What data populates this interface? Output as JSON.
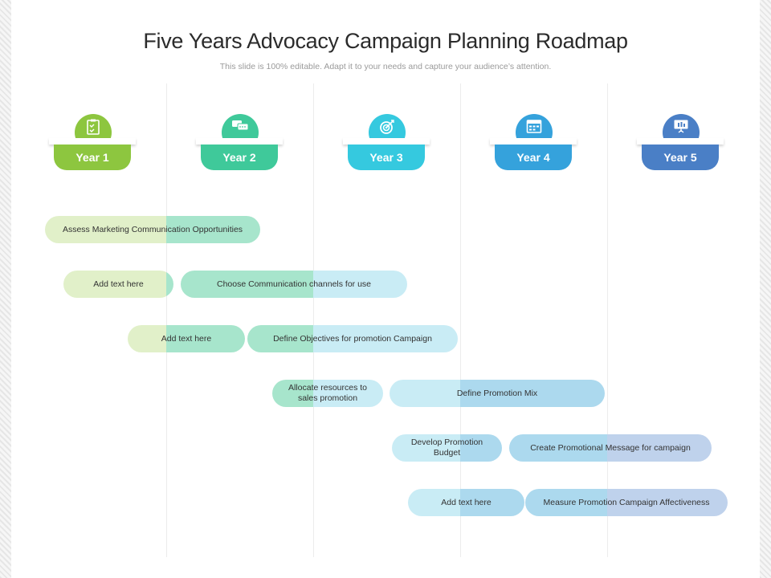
{
  "slide": {
    "title": "Five Years Advocacy Campaign Planning Roadmap",
    "subtitle": "This slide is 100% editable. Adapt it to your needs and capture your audience’s attention."
  },
  "years": [
    {
      "label": "Year 1",
      "color": "#8dc63f",
      "icon": "checklist-icon"
    },
    {
      "label": "Year 2",
      "color": "#3fc99a",
      "icon": "chat-bubbles-icon"
    },
    {
      "label": "Year 3",
      "color": "#35c9df",
      "icon": "target-icon"
    },
    {
      "label": "Year 4",
      "color": "#35a2dc",
      "icon": "calendar-icon"
    },
    {
      "label": "Year 5",
      "color": "#4a7fc6",
      "icon": "presentation-board-icon"
    }
  ],
  "tasks": [
    {
      "text": "Assess Marketing Communication  Opportunities"
    },
    {
      "text": "Add text here"
    },
    {
      "text": "Choose Communication  channels for use"
    },
    {
      "text": "Add text here"
    },
    {
      "text": "Define Objectives for promotion Campaign"
    },
    {
      "text": "Allocate resources to sales promotion"
    },
    {
      "text": "Define Promotion  Mix"
    },
    {
      "text": "Develop Promotion Budget"
    },
    {
      "text": "Create Promotional Message for campaign"
    },
    {
      "text": "Add text here"
    },
    {
      "text": "Measure Promotion Campaign  Affectiveness"
    }
  ]
}
